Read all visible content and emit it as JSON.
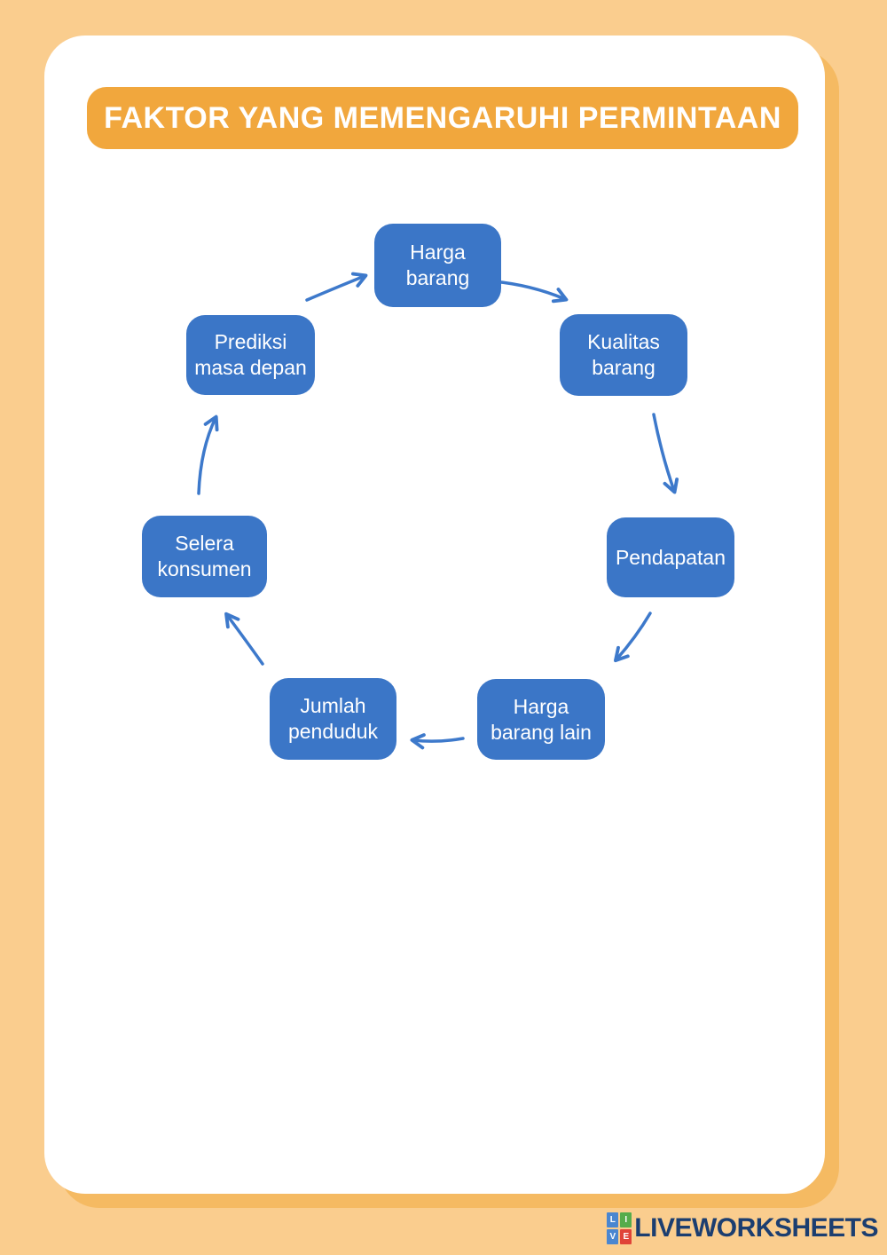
{
  "header": {
    "title": "FAKTOR YANG MEMENGARUHI PERMINTAAN"
  },
  "diagram": {
    "type": "cycle",
    "nodes": [
      {
        "id": "harga-barang",
        "label": "Harga barang",
        "line1": "Harga",
        "line2": "barang"
      },
      {
        "id": "kualitas-barang",
        "label": "Kualitas barang",
        "line1": "Kualitas",
        "line2": "barang"
      },
      {
        "id": "pendapatan",
        "label": "Pendapatan",
        "line1": "Pendapatan"
      },
      {
        "id": "harga-barang-lain",
        "label": "Harga barang lain",
        "line1": "Harga",
        "line2": "barang lain"
      },
      {
        "id": "jumlah-penduduk",
        "label": "Jumlah penduduk",
        "line1": "Jumlah",
        "line2": "penduduk"
      },
      {
        "id": "selera-konsumen",
        "label": "Selera konsumen",
        "line1": "Selera",
        "line2": "konsumen"
      },
      {
        "id": "prediksi-masa-depan",
        "label": "Prediksi masa depan",
        "line1": "Prediksi",
        "line2": "masa depan"
      }
    ],
    "flow": [
      "Prediksi masa depan -> Harga barang",
      "Harga barang -> Kualitas barang",
      "Kualitas barang -> Pendapatan",
      "Pendapatan -> Harga barang lain",
      "Harga barang lain -> Jumlah penduduk",
      "Jumlah penduduk -> Selera konsumen",
      "Selera konsumen -> Prediksi masa depan"
    ]
  },
  "footer": {
    "brand": "LIVEWORKSHEETS",
    "logo_letters": {
      "l": "L",
      "i": "I",
      "v": "V",
      "e": "E"
    }
  },
  "colors": {
    "bg": "#FACD8E",
    "card": "#FFFFFF",
    "card_shadow": "#F5BA62",
    "banner": "#F1A73D",
    "node": "#3B76C7",
    "arrow": "#3D79CB",
    "brand_navy": "#1C3E70",
    "logo_blue": "#4A86D0",
    "logo_green": "#56AC4B",
    "logo_red": "#E04338"
  }
}
